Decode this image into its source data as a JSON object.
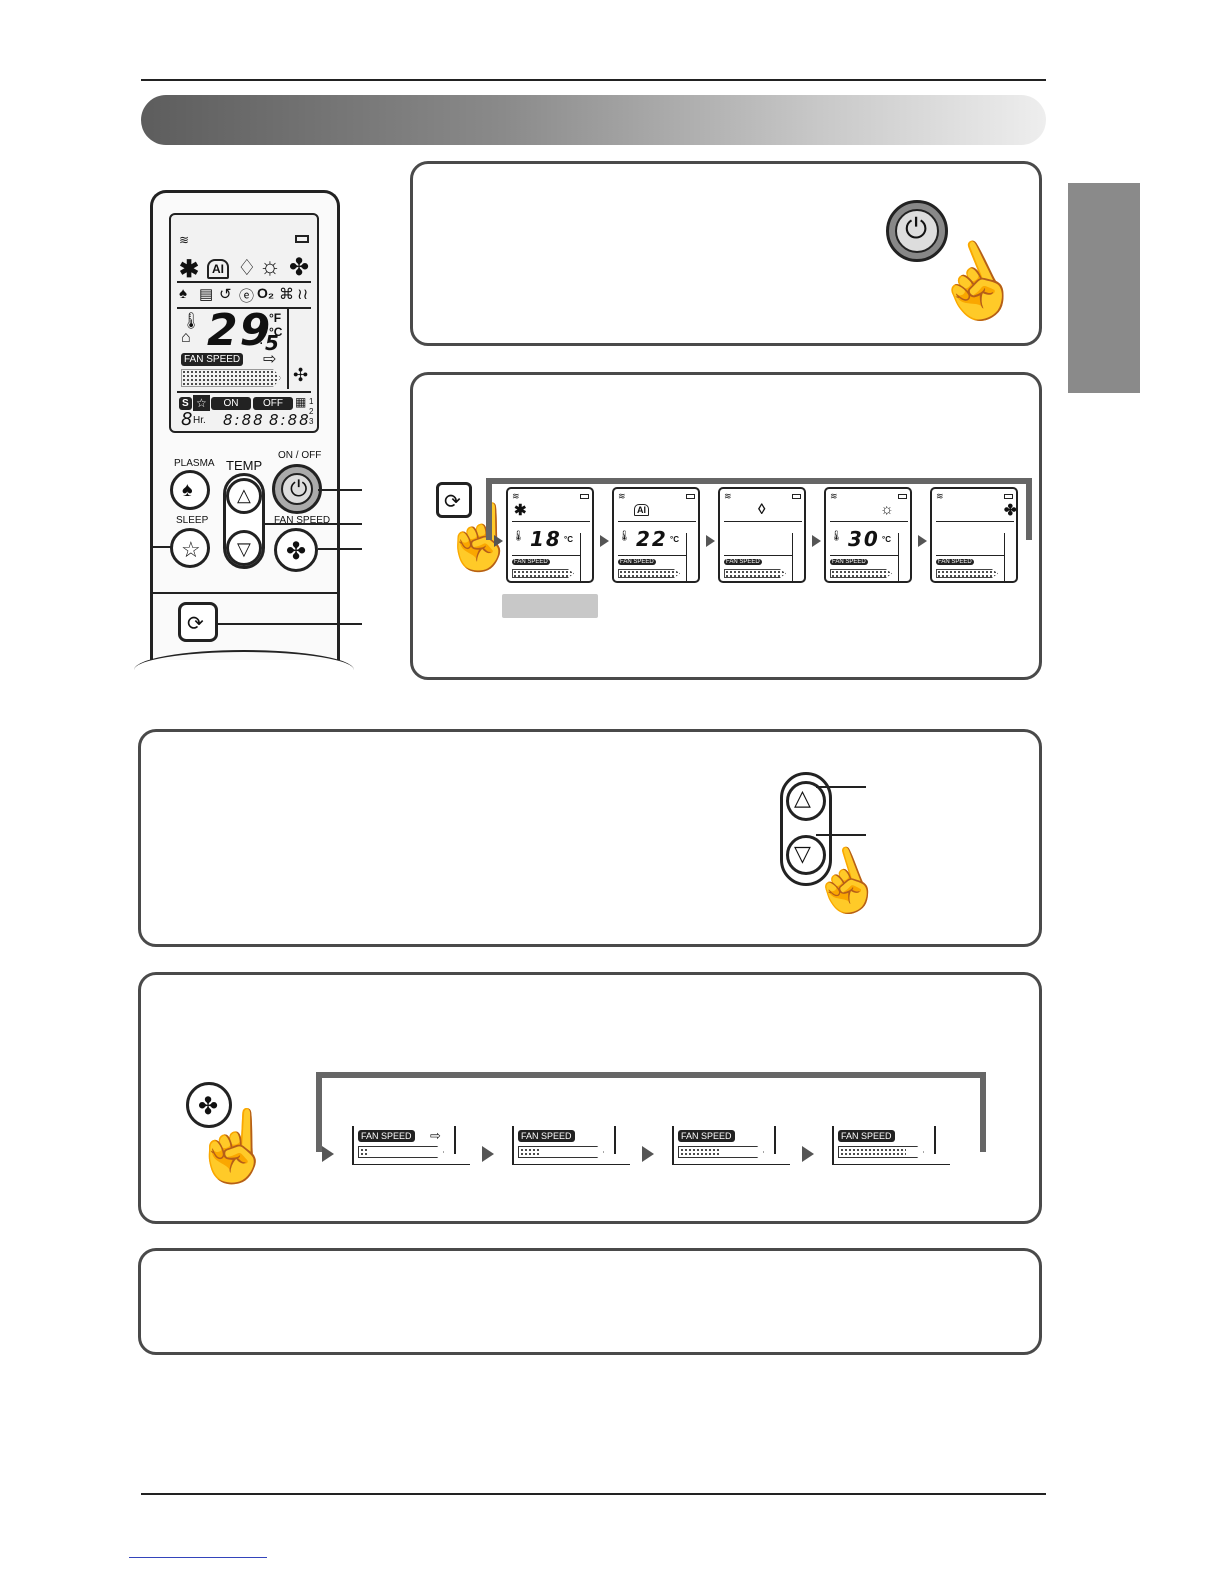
{
  "remote": {
    "temperature_display": "29",
    "temperature_decimal": "5",
    "unit_f": "°F",
    "unit_c": "°C",
    "fan_speed_label": "FAN SPEED",
    "timer_s": "S",
    "timer_on": "ON",
    "timer_off": "OFF",
    "sleep_hours": "8",
    "hr_label": "Hr.",
    "time_on": "8:88",
    "time_off": "8:88",
    "plasma_label": "PLASMA",
    "temp_label": "TEMP",
    "on_off_label": "ON / OFF",
    "sleep_label": "SLEEP",
    "fan_speed_button_label": "FAN SPEED",
    "o2_label": "O₂",
    "scale_1": "1",
    "scale_2": "2",
    "scale_3": "3"
  },
  "mode_sequence": {
    "screens": [
      {
        "icon": "cooling-icon",
        "glyph": "✱",
        "temp": "18",
        "unit": "°C",
        "fan_label": "FAN SPEED"
      },
      {
        "icon": "ai-icon",
        "glyph": "AI",
        "temp": "22",
        "unit": "°C",
        "fan_label": "FAN SPEED"
      },
      {
        "icon": "drop-icon",
        "glyph": "💧",
        "temp": "",
        "unit": "",
        "fan_label": "FAN SPEED"
      },
      {
        "icon": "sun-icon",
        "glyph": "☼",
        "temp": "30",
        "unit": "°C",
        "fan_label": "FAN SPEED"
      },
      {
        "icon": "fan-icon",
        "glyph": "✤",
        "temp": "",
        "unit": "",
        "fan_label": "FAN SPEED"
      }
    ]
  },
  "fan_sequence": {
    "labels": [
      "FAN SPEED",
      "FAN SPEED",
      "FAN SPEED",
      "FAN SPEED"
    ]
  }
}
